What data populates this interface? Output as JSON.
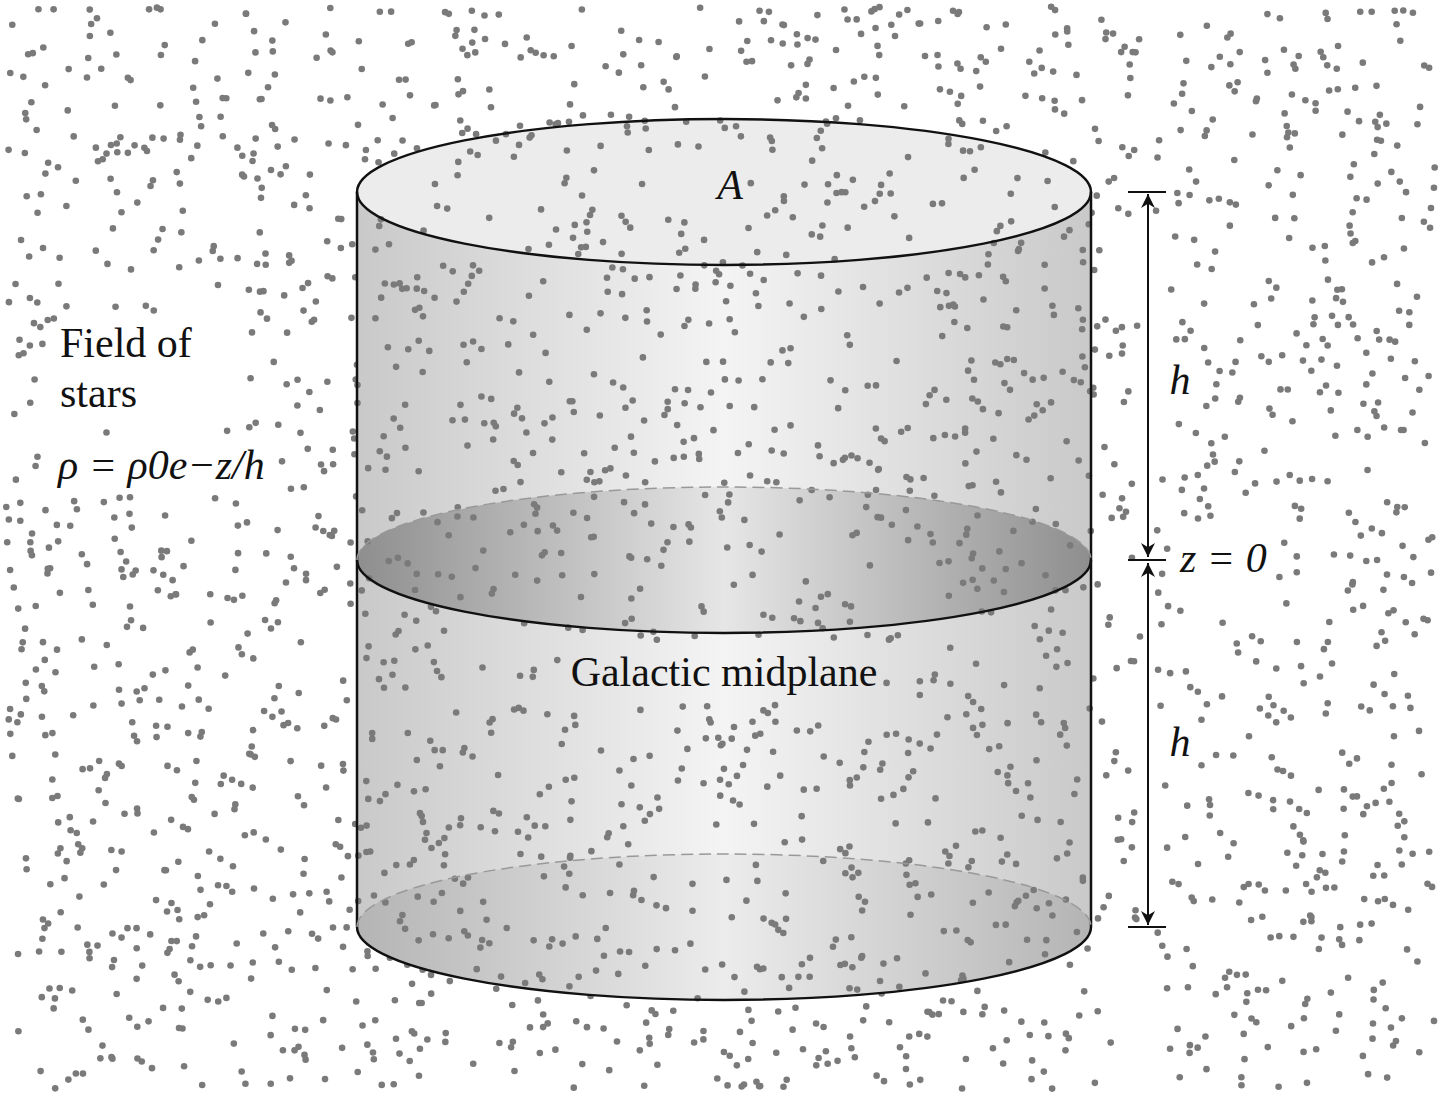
{
  "diagram": {
    "labels": [
      "A",
      "Field of stars",
      "ρ = ρ0e−z/h",
      "h",
      "z = 0",
      "Galactic midplane",
      "h"
    ]
  }
}
